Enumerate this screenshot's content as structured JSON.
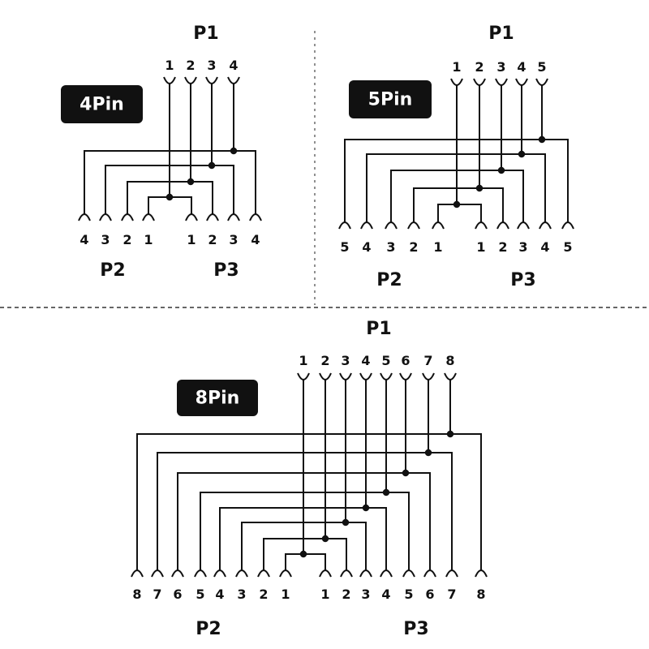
{
  "panels": [
    {
      "badge": "4Pin",
      "p1_label": "P1",
      "p2_label": "P2",
      "p3_label": "P3",
      "p1_pins": [
        "1",
        "2",
        "3",
        "4"
      ],
      "p2_pins": [
        "4",
        "3",
        "2",
        "1"
      ],
      "p3_pins": [
        "1",
        "2",
        "3",
        "4"
      ]
    },
    {
      "badge": "5Pin",
      "p1_label": "P1",
      "p2_label": "P2",
      "p3_label": "P3",
      "p1_pins": [
        "1",
        "2",
        "3",
        "4",
        "5"
      ],
      "p2_pins": [
        "5",
        "4",
        "3",
        "2",
        "1"
      ],
      "p3_pins": [
        "1",
        "2",
        "3",
        "4",
        "5"
      ]
    },
    {
      "badge": "8Pin",
      "p1_label": "P1",
      "p2_label": "P2",
      "p3_label": "P3",
      "p1_pins": [
        "1",
        "2",
        "3",
        "4",
        "5",
        "6",
        "7",
        "8"
      ],
      "p2_pins": [
        "8",
        "7",
        "6",
        "5",
        "4",
        "3",
        "2",
        "1"
      ],
      "p3_pins": [
        "1",
        "2",
        "3",
        "4",
        "5",
        "6",
        "7",
        "8"
      ]
    }
  ]
}
